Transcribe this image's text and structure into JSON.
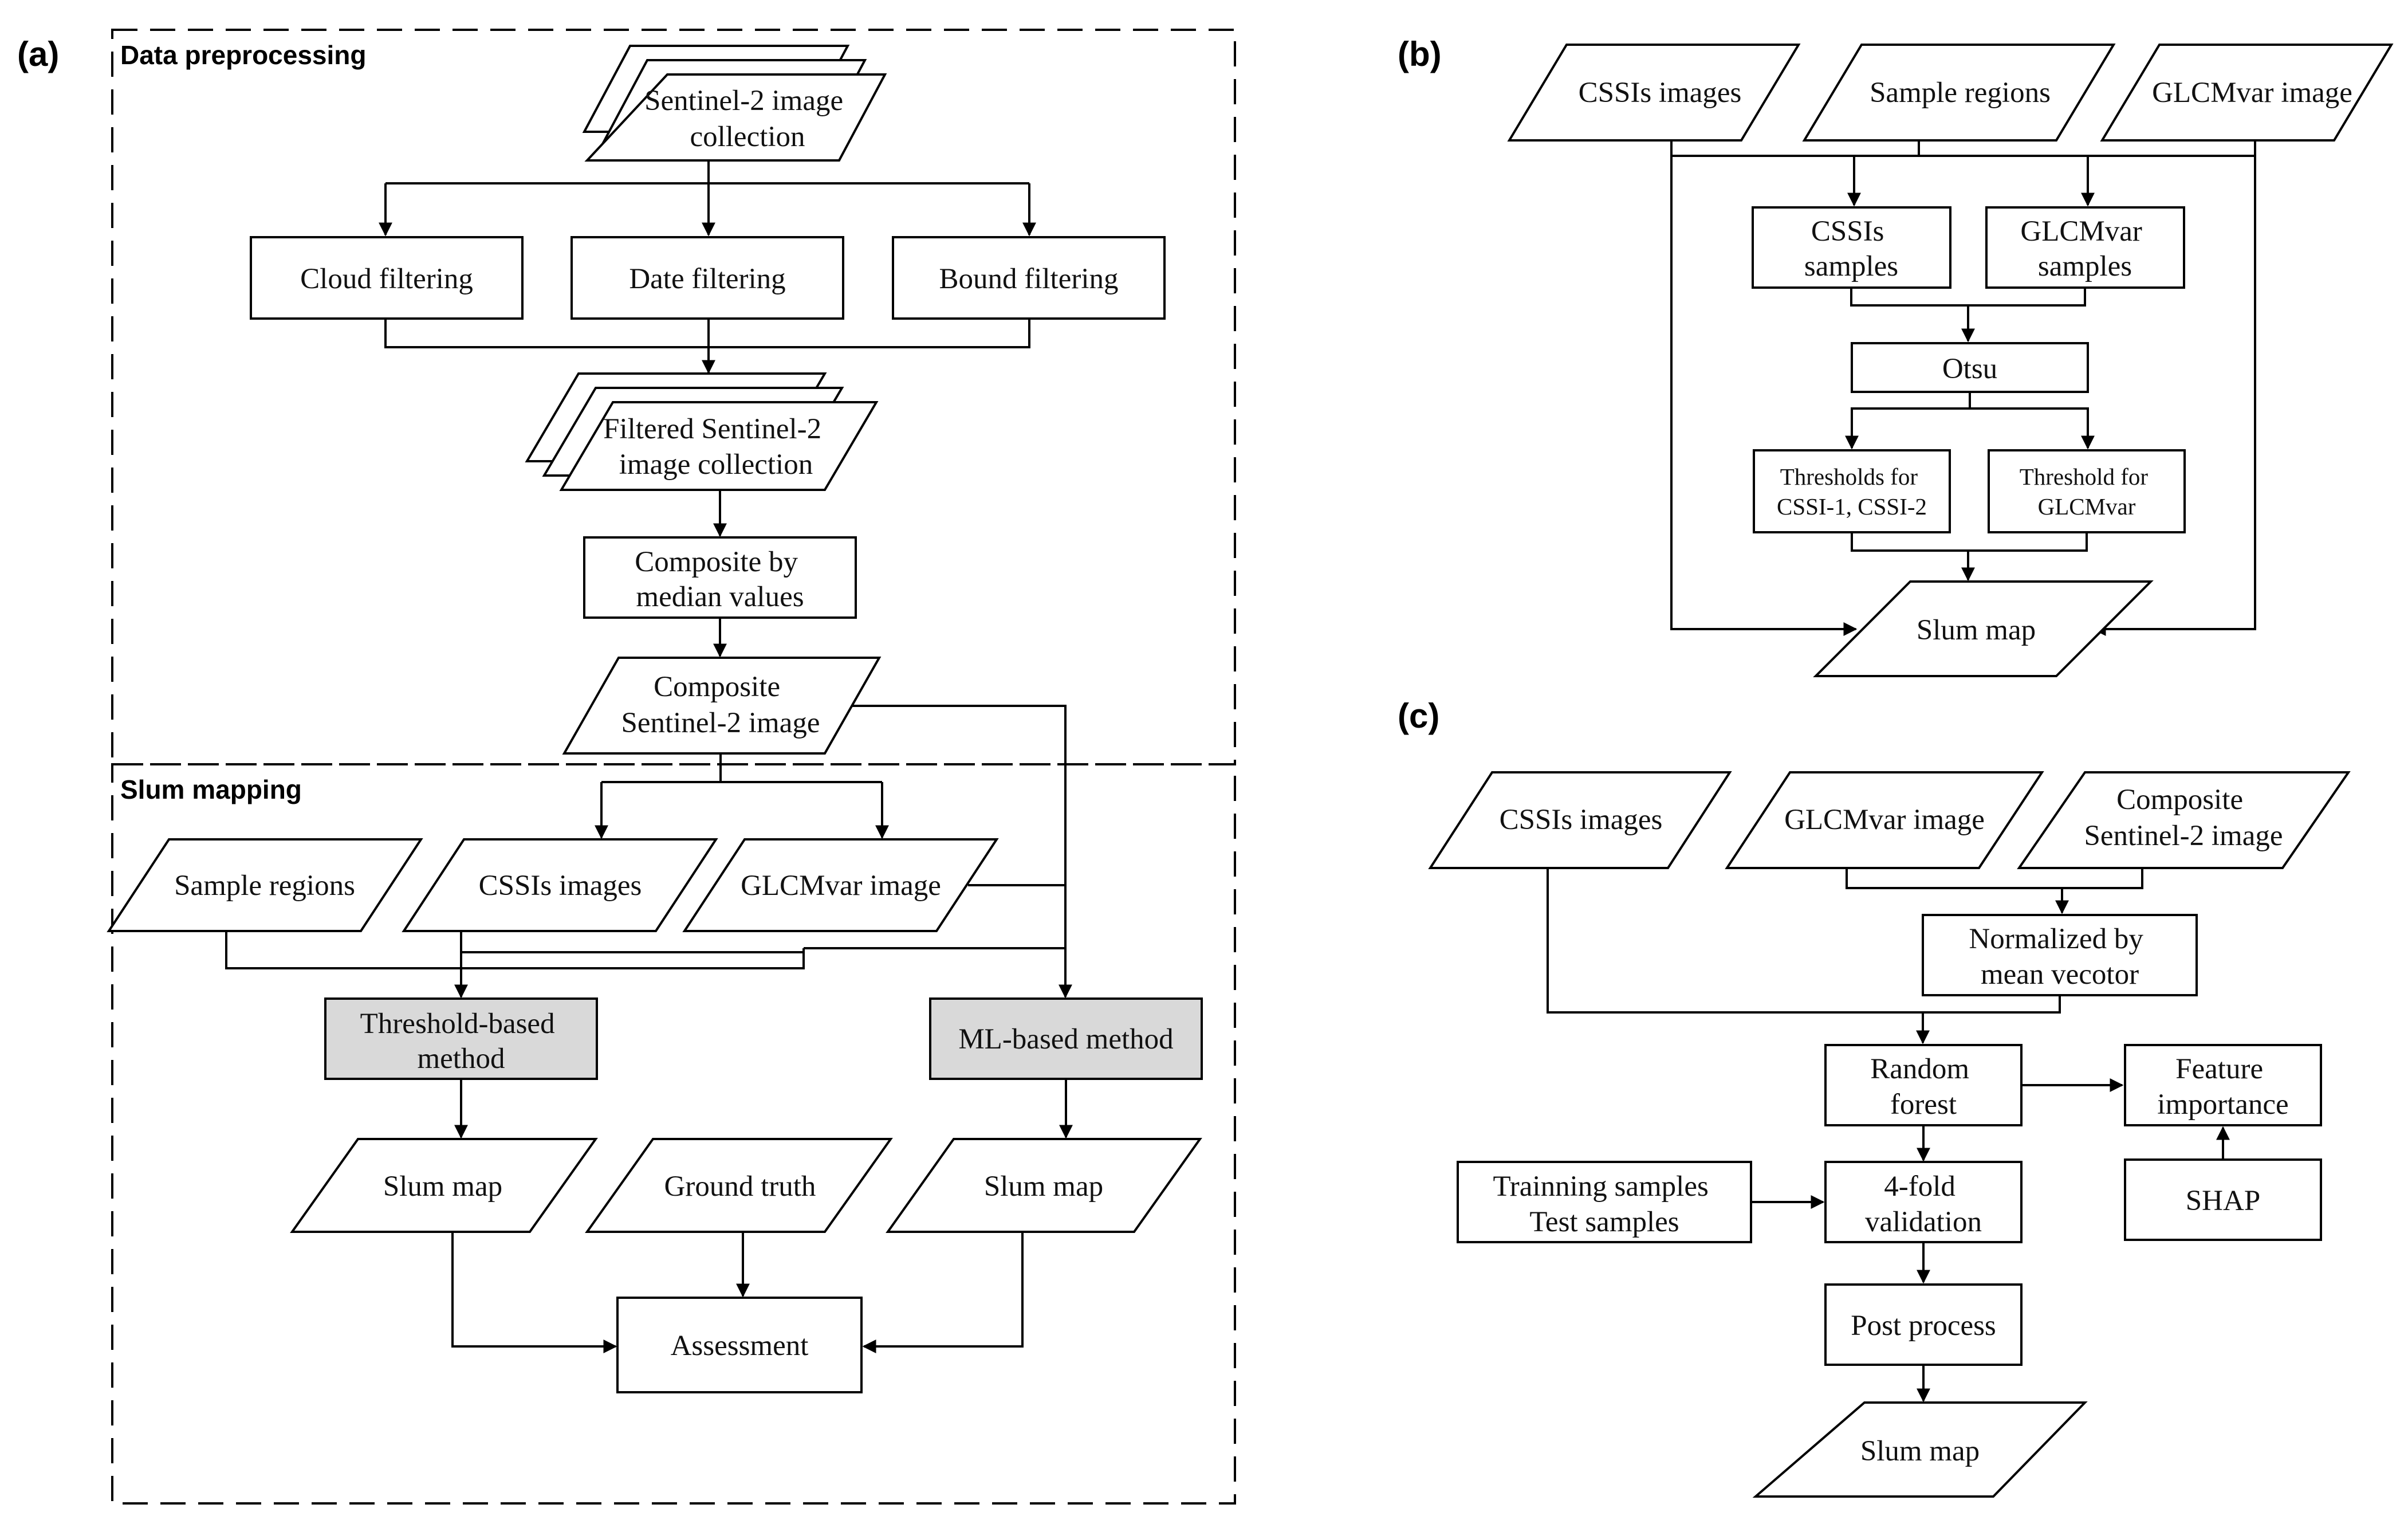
{
  "panels": {
    "a": "(a)",
    "b": "(b)",
    "c": "(c)"
  },
  "panel_a": {
    "section_preprocessing": "Data preprocessing",
    "section_slum_mapping": "Slum mapping",
    "sentinel_collection": [
      "Sentinel-2 image",
      "collection"
    ],
    "cloud_filtering": "Cloud filtering",
    "date_filtering": "Date filtering",
    "bound_filtering": "Bound filtering",
    "filtered_collection": [
      "Filtered Sentinel-2",
      "image collection"
    ],
    "composite_median": [
      "Composite by",
      "median values"
    ],
    "composite_image": [
      "Composite",
      "Sentinel-2 image"
    ],
    "sample_regions": "Sample regions",
    "cssis_images": "CSSIs images",
    "glcmvar_image": "GLCMvar image",
    "threshold_method": [
      "Threshold-based",
      "method"
    ],
    "ml_method": "ML-based method",
    "slum_map_left": "Slum map",
    "ground_truth": "Ground truth",
    "slum_map_right": "Slum map",
    "assessment": "Assessment"
  },
  "panel_b": {
    "cssis_images": "CSSIs images",
    "sample_regions": "Sample regions",
    "glcmvar_image": "GLCMvar image",
    "cssis_samples": [
      "CSSIs",
      "samples"
    ],
    "glcmvar_samples": [
      "GLCMvar",
      "samples"
    ],
    "otsu": "Otsu",
    "thresholds_cssi": [
      "Thresholds for",
      "CSSI-1, CSSI-2"
    ],
    "threshold_glcmvar": [
      "Threshold for",
      "GLCMvar"
    ],
    "slum_map": "Slum map"
  },
  "panel_c": {
    "cssis_images": "CSSIs images",
    "glcmvar_image": "GLCMvar image",
    "composite_image": [
      "Composite",
      "Sentinel-2 image"
    ],
    "normalized": [
      "Normalized by",
      "mean vecotor"
    ],
    "random_forest": [
      "Random",
      "forest"
    ],
    "feature_importance": [
      "Feature",
      "importance"
    ],
    "samples": [
      "Trainning samples",
      "Test samples"
    ],
    "validation": [
      "4-fold",
      "validation"
    ],
    "shap": "SHAP",
    "post_process": "Post process",
    "slum_map": "Slum map"
  },
  "colors": {
    "method_box_fill": "#d9d9d9",
    "line": "#000000"
  }
}
